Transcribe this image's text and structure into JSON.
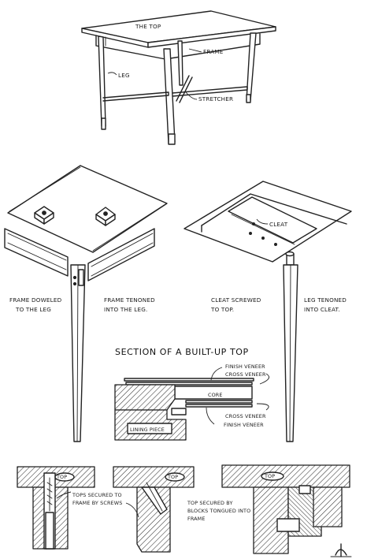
{
  "figure_top": {
    "label_top": "THE TOP",
    "label_frame": "FRAME",
    "label_leg": "LEG",
    "label_stretcher": "STRETCHER"
  },
  "figure_joints": {
    "caption_doweled_1": "FRAME DOWELED",
    "caption_doweled_2": "TO THE LEG",
    "caption_tenoned_1": "FRAME TENONED",
    "caption_tenoned_2": "INTO THE LEG.",
    "label_cleat": "CLEAT",
    "caption_cleat_1": "CLEAT SCREWED",
    "caption_cleat_2": "TO TOP.",
    "caption_leg_cleat_1": "LEG TENONED",
    "caption_leg_cleat_2": "INTO CLEAT."
  },
  "figure_section": {
    "title": "SECTION OF A BUILT-UP TOP",
    "label_finish_veneer_top": "FINISH VENEER",
    "label_cross_veneer_top": "CROSS VENEER",
    "label_core": "CORE",
    "label_lining_piece": "LINING PIECE",
    "label_cross_veneer_bottom": "CROSS VENEER",
    "label_finish_veneer_bottom": "FINISH VENEER"
  },
  "figure_fastenings": {
    "label_top_1": "TOP",
    "label_top_2": "TOP",
    "label_top_3": "TOP",
    "caption_screws_1": "TOPS SECURED TO",
    "caption_screws_2": "FRAME BY SCREWS",
    "caption_blocks_1": "TOP SECURED BY",
    "caption_blocks_2": "BLOCKS TONGUED INTO",
    "caption_blocks_3": "FRAME"
  },
  "signature_mark": "monogram"
}
